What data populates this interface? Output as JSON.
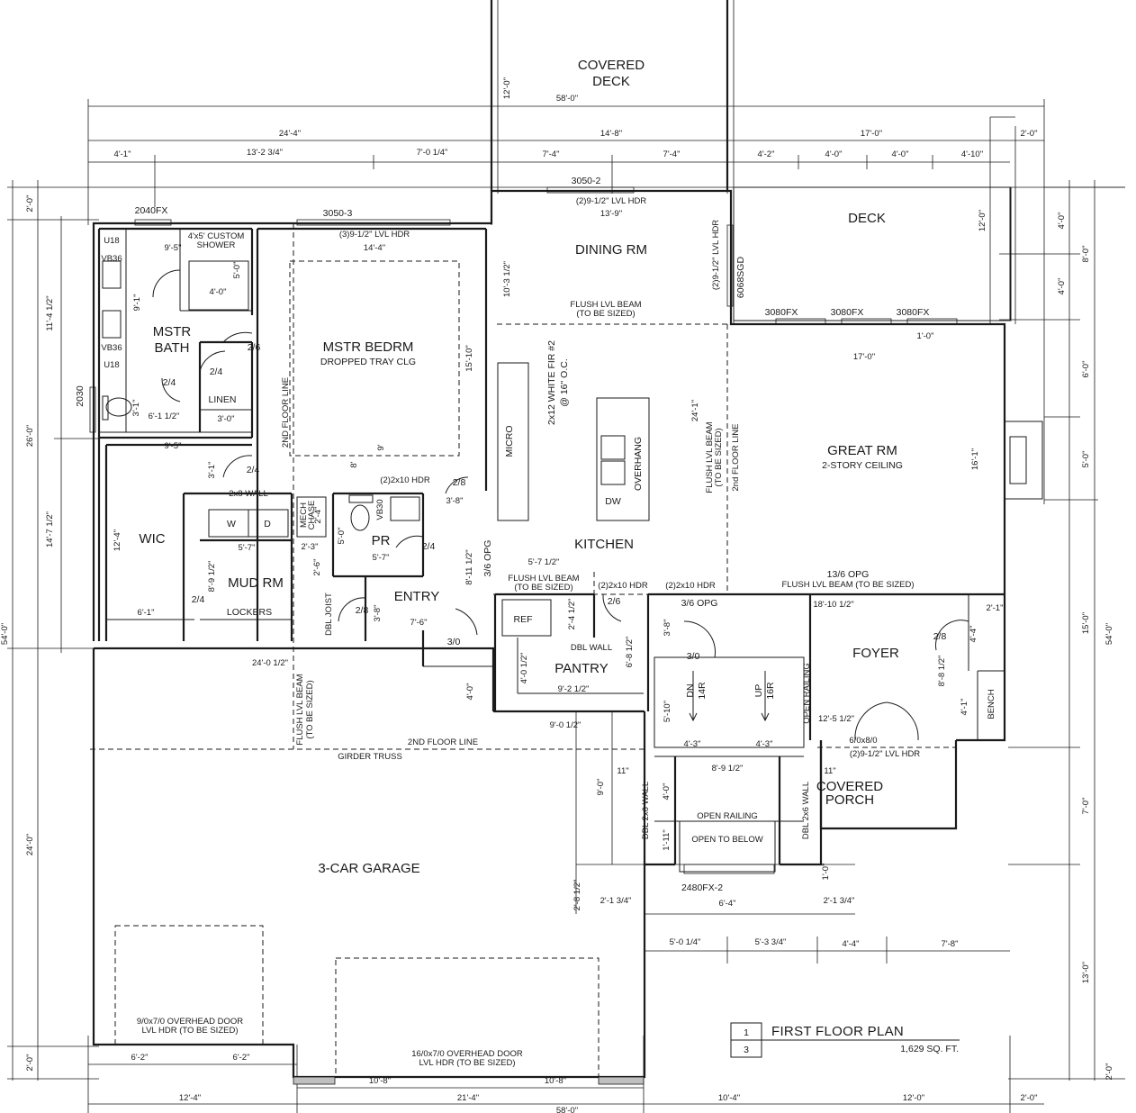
{
  "rooms": {
    "covered_deck": [
      "COVERED",
      "DECK"
    ],
    "deck": "DECK",
    "dining_rm": "DINING RM",
    "mstr_bedrm": "MSTR BEDRM",
    "mstr_bedrm_note": "DROPPED TRAY CLG",
    "mstr_bath": [
      "MSTR",
      "BATH"
    ],
    "linen": "LINEN",
    "wic": "WIC",
    "mud_rm": "MUD RM",
    "lockers": "LOCKERS",
    "pr": "PR",
    "entry": "ENTRY",
    "kitchen": "KITCHEN",
    "pantry": "PANTRY",
    "great_rm": "GREAT RM",
    "great_rm_note": "2-STORY CEILING",
    "foyer": "FOYER",
    "covered_porch": [
      "COVERED",
      "PORCH"
    ],
    "garage": "3-CAR GARAGE"
  },
  "fixtures": {
    "micro": "MICRO",
    "overhang": "OVERHANG",
    "dw": "DW",
    "ref": "REF",
    "washer": "W",
    "dryer": "D",
    "u18_top": "U18",
    "u18_bottom": "U18",
    "vb36_top": "VB36",
    "vb36_bottom": "VB36",
    "vb30": "VB30",
    "bench": "BENCH",
    "custom_shower": [
      "4'x5' CUSTOM",
      "SHOWER"
    ],
    "mech_chase": [
      "MECH",
      "CHASE"
    ],
    "white_fir": [
      "2x12 WHITE FIR #2",
      "@ 16\" O.C."
    ]
  },
  "notes": {
    "flush_beam_dining": [
      "FLUSH LVL BEAM",
      "(TO BE SIZED)"
    ],
    "flush_beam_kitchen": [
      "FLUSH LVL BEAM",
      "(TO BE SIZED)"
    ],
    "flush_beam_great": "FLUSH LVL BEAM (TO BE SIZED)",
    "flush_beam_vertical": [
      "FLUSH LVL BEAM",
      "(TO BE SIZED)"
    ],
    "flush_beam_kitchen_vert": [
      "FLUSH LVL BEAM",
      "(TO BE SIZED)",
      "2nd FLOOR LINE"
    ],
    "second_floor_line": "2ND FLOOR LINE",
    "second_floor_line_vert": "2ND FLOOR LINE",
    "girder_truss": "GIRDER TRUSS",
    "open_railing": "OPEN RAILING",
    "open_railing_vert": "OPEN RAILING",
    "open_to_below": "OPEN TO BELOW",
    "dbl_2x6_wall_left": "DBL 2x6 WALL",
    "dbl_2x6_wall_right": "DBL 2x6 WALL",
    "dbl_wall": "DBL WALL",
    "dbl_joist": "DBL JOIST",
    "two_by_eight_wall": "2x8 WALL",
    "stair_dn": [
      "DN",
      "14R"
    ],
    "stair_up": [
      "UP",
      "16R"
    ],
    "hdr_dining": "(2)9-1/2\" LVL HDR",
    "hdr_bedrm": "(3)9-1/2\" LVL HDR",
    "hdr_dining_vert": "(2)9-1/2\" LVL HDR",
    "hdr_entry": "(2)2x10 HDR",
    "hdr_kitchen_a": "(2)2x10 HDR",
    "hdr_kitchen_b": "(2)2x10 HDR",
    "hdr_foyer": "(2)9-1/2\" LVL HDR",
    "opg_136": "13/6 OPG",
    "opg_36_a": "3/6 OPG",
    "opg_36_b": "3/6 OPG",
    "door_60_80": "6/0x8/0",
    "garage_door_left": [
      "9/0x7/0 OVERHEAD DOOR",
      "LVL HDR (TO BE SIZED)"
    ],
    "garage_door_right": [
      "16/0x7/0 OVERHEAD DOOR",
      "LVL HDR (TO BE SIZED)"
    ]
  },
  "windows": {
    "w2040": "2040FX",
    "w3050_3": "3050-3",
    "w3050_2": "3050-2",
    "w6068": "6068SGD",
    "w3080_a": "3080FX",
    "w3080_b": "3080FX",
    "w3080_c": "3080FX",
    "w2030": "2030",
    "w2480": "2480FX-2"
  },
  "doors": {
    "d26_bath": "2/6",
    "d24_bath": "2/4",
    "d24_linen": "2/4",
    "d24_wic": "2/4",
    "d28_entry": "2/8",
    "d24_pr": "2/4",
    "d24_mud": "2/4",
    "d28_mud": "2/8",
    "d30_entry": "3/0",
    "d26_pantry": "2/6",
    "d30_stair": "3/0",
    "d28_foyer": "2/8"
  },
  "dimensions": {
    "top_overall": "58'-0\"",
    "top_a": "24'-4\"",
    "top_b": "14'-8\"",
    "top_c": "17'-0\"",
    "top_d": "2'-0\"",
    "top_e1": "4'-1\"",
    "top_e2": "13'-2 3/4\"",
    "top_e3": "7'-0 1/4\"",
    "top_e4": "7'-4\"",
    "top_e5": "7'-4\"",
    "top_e6": "4'-2\"",
    "top_e7": "4'-0\"",
    "top_e8": "4'-0\"",
    "top_e9": "4'-10\"",
    "cov_deck_depth": "12'-0\"",
    "deck_depth": "12'-0\"",
    "dining_width": "13'-9\"",
    "dining_depth": "10'-3 1/2\"",
    "bedrm_width": "14'-4\"",
    "bedrm_depth": "15'-10\"",
    "bath_a": "9'-5\"",
    "bath_b": "9'-1\"",
    "bath_c": "6'-1 1/2\"",
    "bath_d": "3'-1\"",
    "bath_e": "9'-5\"",
    "shower_w": "4'-0\"",
    "shower_d": "5'-0\"",
    "linen_w": "3'-0\"",
    "wic_depth": "12'-4\"",
    "wic_width": "6'-1\"",
    "hall_a": "3'-1\"",
    "laundry": "5'-7\"",
    "mech": "2'-4\"",
    "mech_b": "2'-3\"",
    "mud_a": "2'-6\"",
    "mud_b": "8'-9 1/2\"",
    "mud_c": "5'-0\"",
    "pr_w": "5'-7\"",
    "pr_a": "3'-8\"",
    "entry_w": "7'-6\"",
    "entry_a": "3'-8\"",
    "entry_b": "8'-11 1/2\"",
    "bed_small_a": "8'",
    "bed_small_b": "9'",
    "left_a": "2'-0\"",
    "left_b": "11'-4 1/2\"",
    "left_c": "26'-0\"",
    "left_d": "14'-7 1/2\"",
    "left_e": "54'-0\"",
    "left_f": "24'-0\"",
    "left_g": "2'-0\"",
    "kitchen_w": "5'-7 1/2\"",
    "kitchen_depth": "24'-1\"",
    "ref_a": "2'-4 1/2\"",
    "pantry_a": "4'-0 1/2\"",
    "pantry_b": "9'-2 1/2\"",
    "pantry_c": "6'-8 1/2\"",
    "pantry_d": "9'-0 1/2\"",
    "pantry_e": "4'-0\"",
    "stair_a": "3'-8\"",
    "stair_b": "5'-10\"",
    "stair_c": "4'-3\"",
    "stair_d": "4'-3\"",
    "stair_e": "8'-9 1/2\"",
    "open_a": "4'-0\"",
    "open_b": "1'-11\"",
    "eleven_a": "11\"",
    "eleven_b": "11\"",
    "great_w": "17'-0\"",
    "great_d": "16'-1\"",
    "one_ft": "1'-0\"",
    "foyer_a": "18'-10 1/2\"",
    "foyer_b": "8'-8 1/2\"",
    "foyer_c": "12'-5 1/2\"",
    "foyer_d": "4'-1\"",
    "foyer_e": "4'-4\"",
    "foyer_f": "2'-1\"",
    "garage_a": "24'-0 1/2\"",
    "garage_b": "9'-0\"",
    "garage_c": "2'-1 3/4\"",
    "garage_d": "2'-1 3/4\"",
    "garage_e": "2'-8 1/2\"",
    "garage_f": "6'-4\"",
    "garage_g": "1'-0\"",
    "front_a": "5'-0 1/4\"",
    "front_b": "5'-3 3/4\"",
    "front_c": "4'-4\"",
    "front_d": "7'-8\"",
    "gdoor_a": "6'-2\"",
    "gdoor_b": "6'-2\"",
    "gdoor_c": "10'-8\"",
    "gdoor_d": "10'-8\"",
    "bottom_a": "12'-4\"",
    "bottom_b": "21'-4\"",
    "bottom_c": "10'-4\"",
    "bottom_d": "12'-0\"",
    "bottom_e": "2'-0\"",
    "bottom_overall": "58'-0\"",
    "right_a": "4'-0\"",
    "right_b": "8'-0\"",
    "right_c": "4'-0\"",
    "right_d": "6'-0\"",
    "right_e": "5'-0\"",
    "right_f": "15'-0\"",
    "right_g": "54'-0\"",
    "right_h": "7'-0\"",
    "right_i": "13'-0\"",
    "right_j": "2'-0\""
  },
  "title_block": {
    "sheet_number": "1",
    "sheet_total": "3",
    "title": "FIRST FLOOR PLAN",
    "area": "1,629 SQ. FT."
  }
}
